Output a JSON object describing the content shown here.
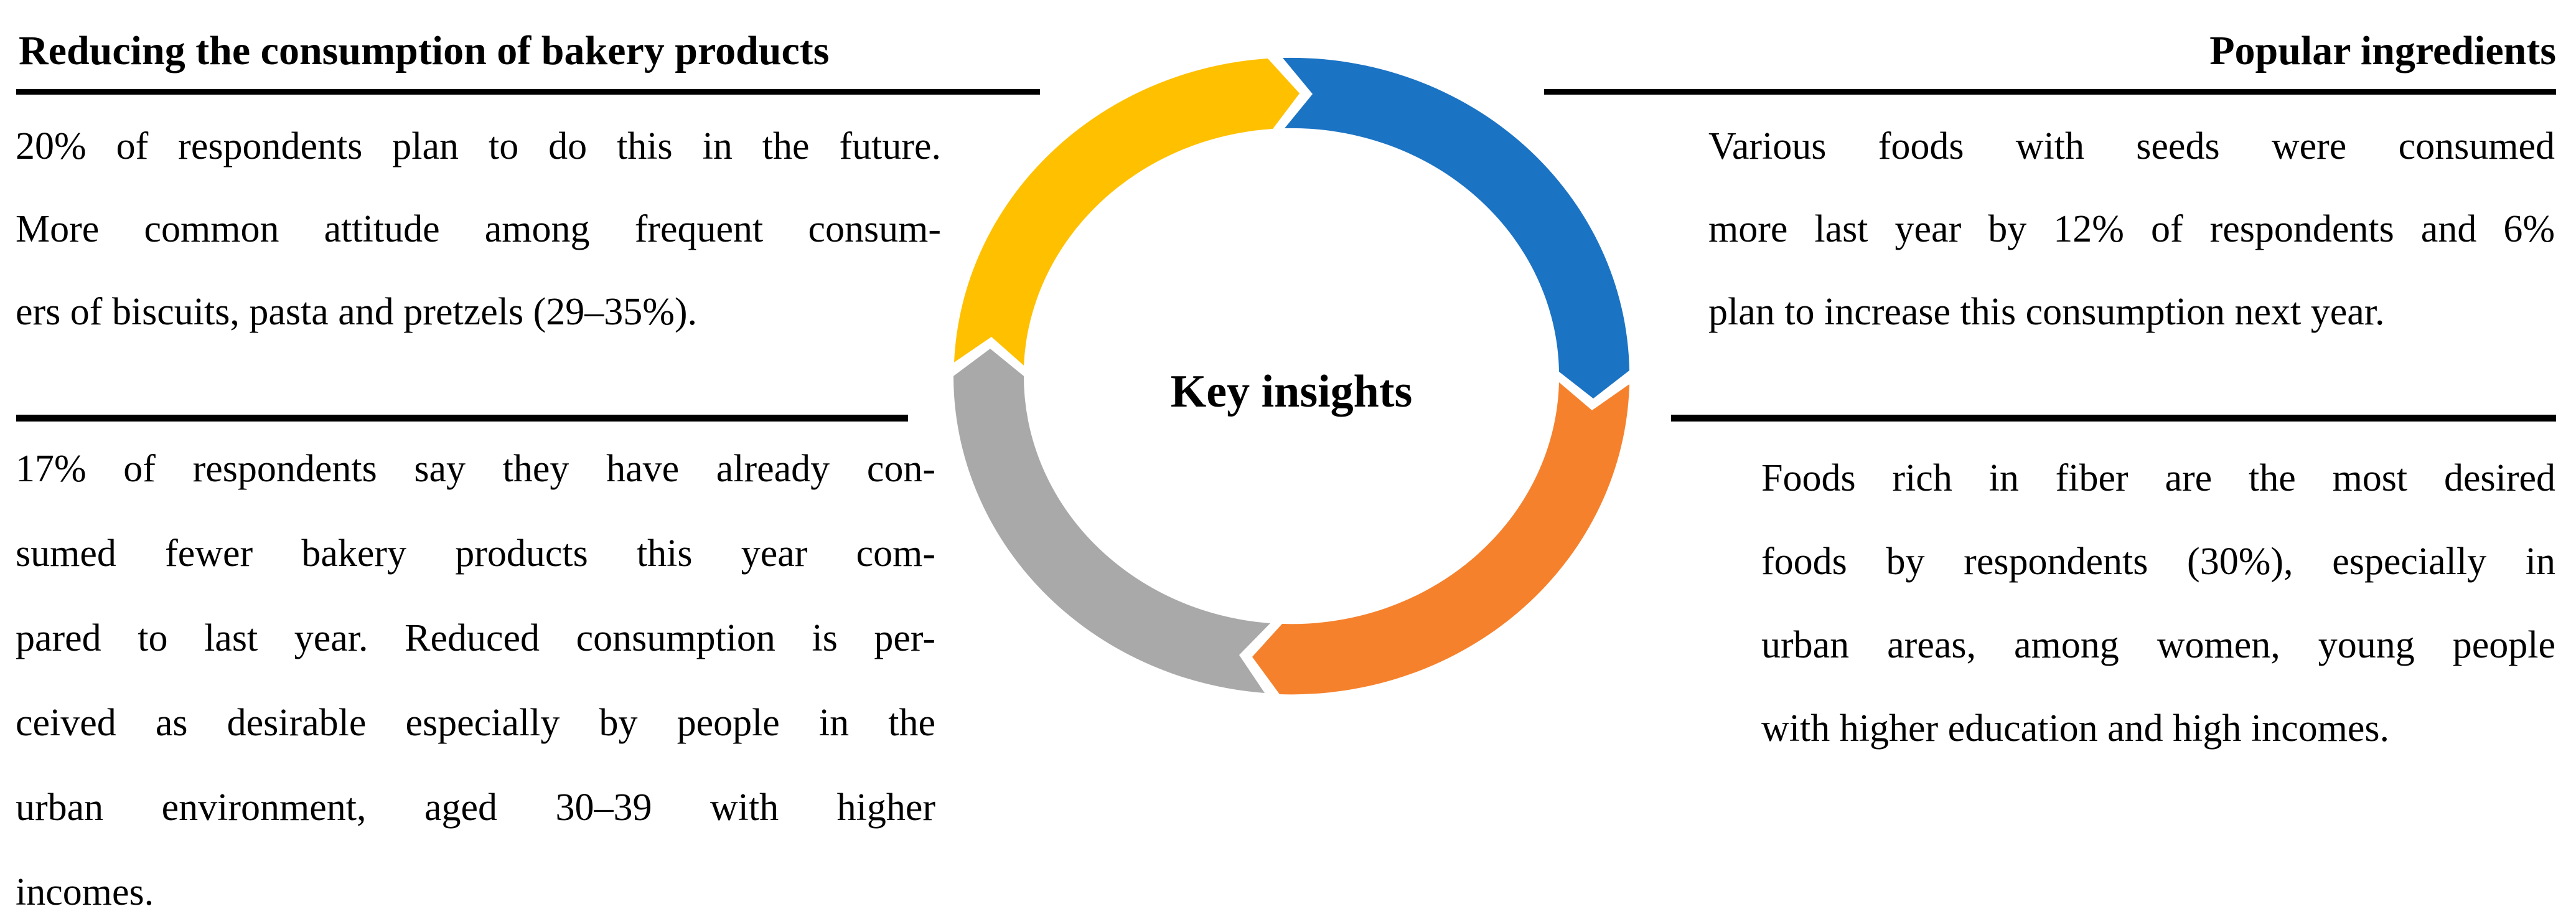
{
  "figure": {
    "background": "#FFFFFF",
    "text_color": "#000000",
    "divider_color": "#000000"
  },
  "left": {
    "heading": "Reducing the consumption of bakery products",
    "para1": {
      "lines": [
        "20% of respondents plan to do this in the future.",
        "More common attitude among frequent consum-",
        "ers of biscuits, pasta and pretzels (29–35%)."
      ]
    },
    "para2": {
      "lines": [
        "17% of respondents say they have already con-",
        "sumed fewer bakery products this year com-",
        "pared to last year. Reduced consumption is per-",
        "ceived as desirable especially by people in the",
        "urban environment, aged 30–39 with higher",
        "incomes."
      ]
    }
  },
  "center": {
    "label": "Key insights",
    "arrow_direction": "clockwise",
    "segments": [
      {
        "name": "gold-segment",
        "color": "#FFC000"
      },
      {
        "name": "blue-segment",
        "color": "#1B73C4"
      },
      {
        "name": "orange-segment",
        "color": "#F6812C"
      },
      {
        "name": "gray-segment",
        "color": "#A9A9A9"
      }
    ]
  },
  "right": {
    "heading": "Popular ingredients",
    "para1": {
      "lines": [
        "Various foods with seeds were consumed",
        "more last year by 12% of respondents and 6%",
        "plan to increase this consumption next year."
      ]
    },
    "para2": {
      "lines": [
        "Foods rich in fiber are the most desired",
        "foods by respondents (30%), especially in",
        "urban areas, among women, young people",
        "with higher education and high incomes."
      ]
    }
  }
}
